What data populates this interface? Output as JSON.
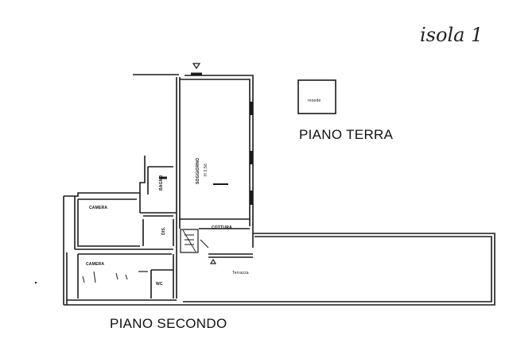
{
  "annotation": {
    "handwritten_note": "isola 1"
  },
  "titles": {
    "ground_floor": "PIANO TERRA",
    "second_floor": "PIANO SECONDO"
  },
  "rooms": {
    "resede": "resede",
    "soggiorno": "SOGGIORNO",
    "soggiorno_height": "H 3,56",
    "bagno": "BAGNO",
    "camera_top": "CAMERA",
    "camera_bottom": "CAMERA",
    "dis": "DIS.",
    "cottura": "COTTURA",
    "wc": "WC",
    "terrazza": "Terrazza"
  },
  "colors": {
    "line": "#1a1a1a",
    "background": "#ffffff"
  }
}
